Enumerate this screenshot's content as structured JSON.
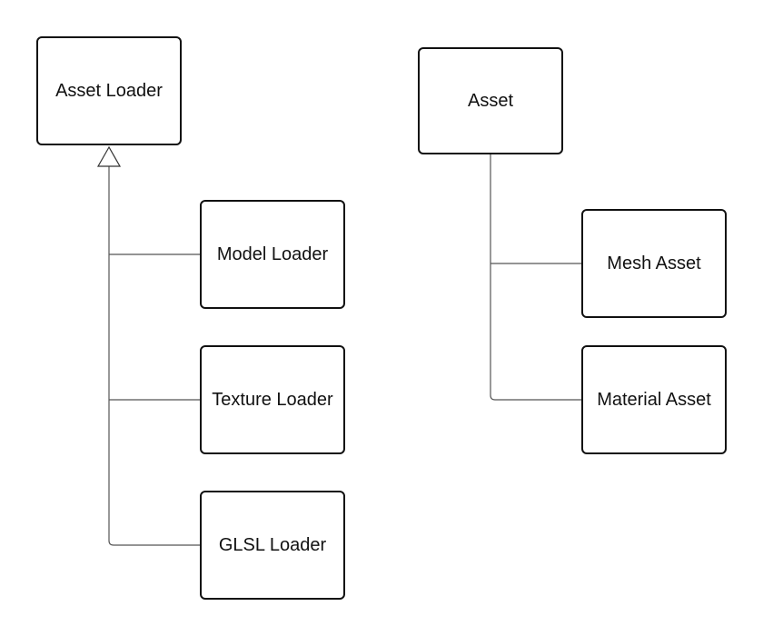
{
  "diagram": {
    "nodes": {
      "asset_loader": "Asset Loader",
      "model_loader": "Model Loader",
      "texture_loader": "Texture Loader",
      "glsl_loader": "GLSL Loader",
      "asset": "Asset",
      "mesh_asset": "Mesh Asset",
      "material_asset": "Material Asset"
    },
    "edges": [
      {
        "from": "model_loader",
        "to": "asset_loader",
        "type": "inheritance"
      },
      {
        "from": "texture_loader",
        "to": "asset_loader",
        "type": "inheritance"
      },
      {
        "from": "glsl_loader",
        "to": "asset_loader",
        "type": "inheritance"
      },
      {
        "from": "mesh_asset",
        "to": "asset",
        "type": "association"
      },
      {
        "from": "material_asset",
        "to": "asset",
        "type": "association"
      }
    ],
    "colors": {
      "stroke": "#111111",
      "connector": "#555555",
      "background": "#ffffff"
    }
  }
}
